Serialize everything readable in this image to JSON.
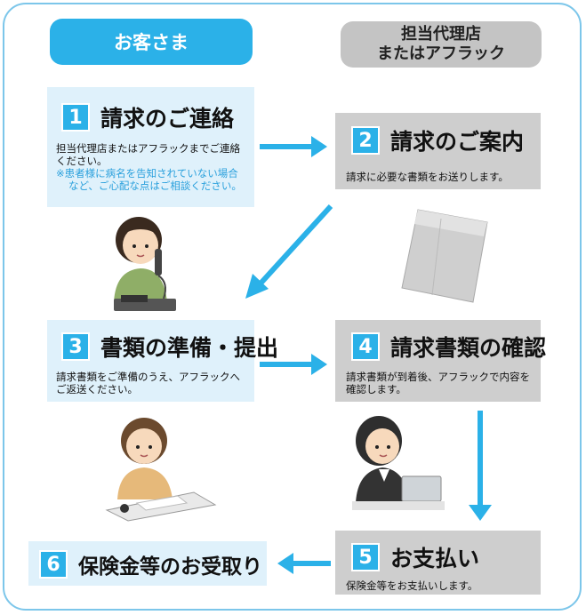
{
  "headers": {
    "customer": "お客さま",
    "agency": "担当代理店\nまたはアフラック"
  },
  "steps": [
    {
      "num": "1",
      "title": "請求のご連絡",
      "desc": "担当代理店またはアフラックまでご連絡ください。",
      "note": "※患者様に病名を告知されていない場合など、ご心配な点はご相談ください。"
    },
    {
      "num": "2",
      "title": "請求のご案内",
      "desc": "請求に必要な書類をお送りします。"
    },
    {
      "num": "3",
      "title": "書類の準備・提出",
      "desc": "請求書類をご準備のうえ、アフラックへご返送ください。"
    },
    {
      "num": "4",
      "title": "請求書類の確認",
      "desc": "請求書類が到着後、アフラックで内容を確認します。"
    },
    {
      "num": "5",
      "title": "お支払い",
      "desc": "保険金等をお支払いします。"
    },
    {
      "num": "6",
      "title": "保険金等のお受取り"
    }
  ],
  "colors": {
    "accent": "#2bb1e8",
    "customer_box": "#dff1fb",
    "agency_box": "#cecece",
    "frame": "#7cc6ea"
  }
}
